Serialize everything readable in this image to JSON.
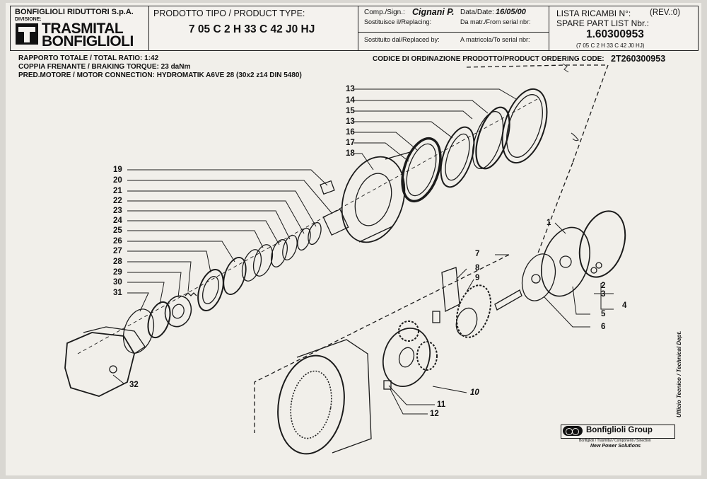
{
  "company": {
    "name": "BONFIGLIOLI RIDUTTORI S.p.A.",
    "division_label": "DIVISIONE:",
    "logo_line1": "TRASMITAL",
    "logo_line2": "BONFIGLIOLI"
  },
  "product": {
    "type_label": "PRODOTTO TIPO / PRODUCT TYPE:",
    "type_value": "7 05 C 2 H 33 C 42 J0 HJ"
  },
  "compiled": {
    "sign_label": "Comp./Sign.:",
    "sign_value": "Cignani P.",
    "date_label": "Data/Date:",
    "date_value": "16/05/00",
    "replacing_label": "Sostituisce il/Replacing:",
    "from_serial_label": "Da matr./From serial nbr:",
    "replaced_by_label": "Sostituito dal/Replaced by:",
    "to_serial_label": "A matricola/To serial nbr:"
  },
  "spare_list": {
    "label1": "LISTA RICAMBI N°:",
    "rev": "(REV.:0)",
    "label2": "SPARE PART LIST Nbr.:",
    "number": "1.60300953",
    "subtitle": "(7 05 C 2 H 33 C 42 J0 HJ)"
  },
  "specs": {
    "ratio": "RAPPORTO TOTALE / TOTAL RATIO: 1:42",
    "braking": "COPPIA FRENANTE / BRAKING TORQUE:    23 daNm",
    "motor": "PRED.MOTORE / MOTOR CONNECTION: HYDROMATIK A6VE 28 (30x2 z14 DIN 5480)",
    "order_label": "CODICE DI ORDINAZIONE PRODOTTO/PRODUCT ORDERING CODE:",
    "order_code": "2T260300953"
  },
  "callouts": [
    "1",
    "2",
    "3",
    "4",
    "5",
    "6",
    "7",
    "8",
    "9",
    "10",
    "11",
    "12",
    "13",
    "14",
    "15",
    "13",
    "16",
    "17",
    "18",
    "19",
    "20",
    "21",
    "22",
    "23",
    "24",
    "25",
    "26",
    "27",
    "28",
    "29",
    "30",
    "31",
    "32"
  ],
  "footer": {
    "group": "Bonfiglioli Group",
    "small_line": "Bonfiglioli / Trasmital / Componenti / Sinection",
    "slogan": "New Power Solutions",
    "side_note": "Ufficio Tecnico / Technical Dept."
  }
}
